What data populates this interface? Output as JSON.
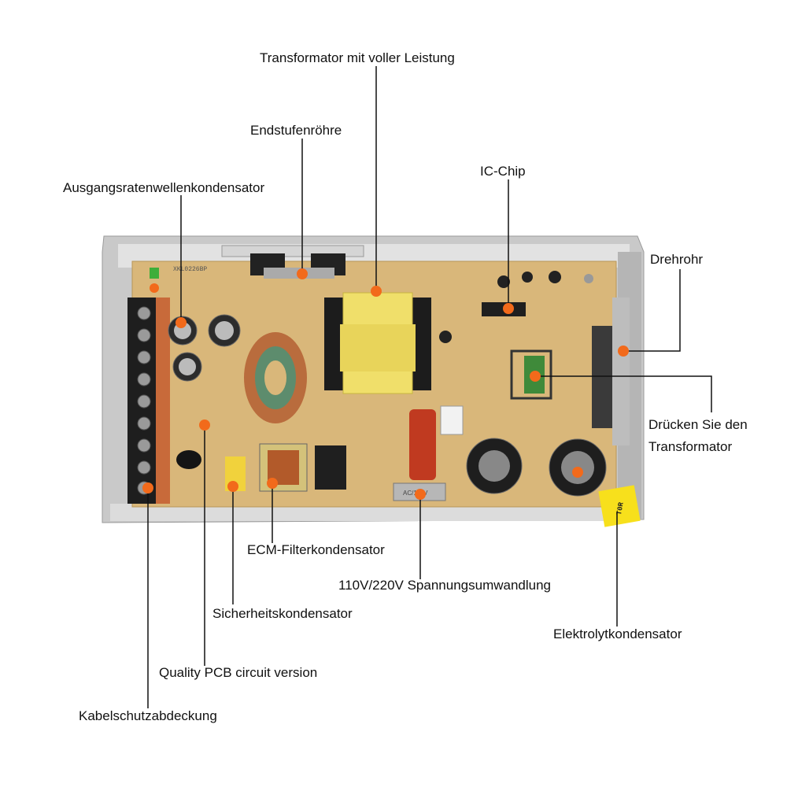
{
  "labels": {
    "transformer": "Transformator mit voller Leistung",
    "endstufe": "Endstufenröhre",
    "ic_chip": "IC-Chip",
    "ausgang": "Ausgangsratenwellenkondensator",
    "drehrohr": "Drehrohr",
    "druecken_line1": "Drücken Sie den",
    "druecken_line2": "Transformator",
    "ecm": "ECM-Filterkondensator",
    "spannung": "110V/220V Spannungsumwandlung",
    "sicherheit": "Sicherheitskondensator",
    "elektrolyt": "Elektrolytkondensator",
    "quality": "Quality PCB circuit version",
    "kabel": "Kabelschutzabdeckung"
  },
  "board": {
    "model_text": "XKL0226BP",
    "switch_text": "AC/115V",
    "fuse_text": "T0R"
  },
  "colors": {
    "pcb": "#d9b77a",
    "marker": "#f26a1b",
    "leader": "#111111",
    "transformer_core": "#f0df6a",
    "terminal": "#1e1e1e",
    "case": "#c9c9c9"
  }
}
